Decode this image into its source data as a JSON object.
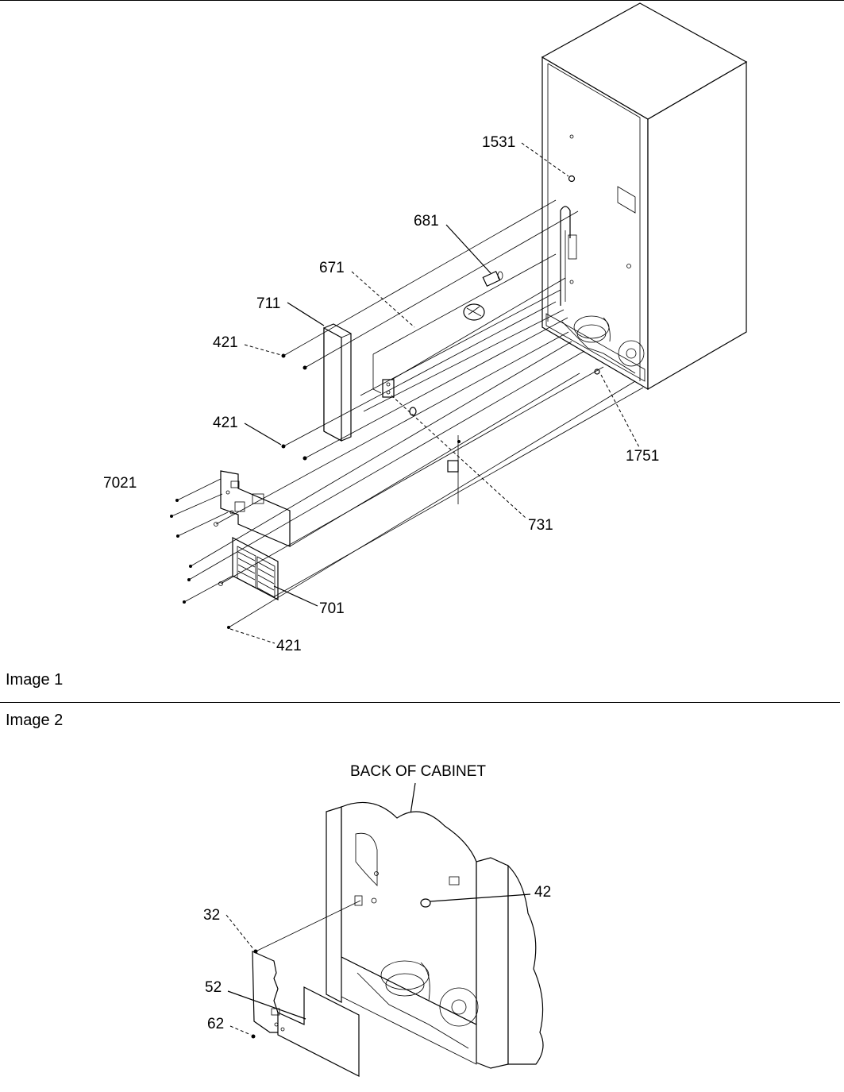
{
  "image1": {
    "caption": "Image 1",
    "callouts": {
      "c1531": "1531",
      "c681": "681",
      "c671": "671",
      "c711": "711",
      "c421a": "421",
      "c421b": "421",
      "c7021": "7021",
      "c1751": "1751",
      "c731": "731",
      "c701": "701",
      "c421c": "421"
    }
  },
  "image2": {
    "caption": "Image 2",
    "title": "BACK OF CABINET",
    "callouts": {
      "c42": "42",
      "c32": "32",
      "c52": "52",
      "c62": "62"
    }
  }
}
